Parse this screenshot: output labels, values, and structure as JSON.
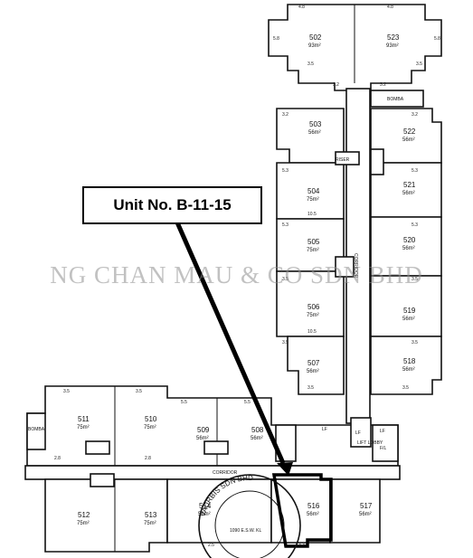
{
  "callout": {
    "label": "Unit No. B-11-15"
  },
  "watermark": {
    "text": "NG CHAN MAU & CO SDN BHD"
  },
  "stamp": {
    "ring_text": "VAURBIS SDN BHD",
    "inner_text": "1090 E.S.W. KL"
  },
  "units": [
    {
      "id": "502",
      "area": "93m²"
    },
    {
      "id": "523",
      "area": "93m²"
    },
    {
      "id": "503",
      "area": "56m²"
    },
    {
      "id": "522",
      "area": "56m²"
    },
    {
      "id": "504",
      "area": "75m²"
    },
    {
      "id": "521",
      "area": "56m²"
    },
    {
      "id": "505",
      "area": "75m²"
    },
    {
      "id": "520",
      "area": "56m²"
    },
    {
      "id": "506",
      "area": "75m²"
    },
    {
      "id": "519",
      "area": "56m²"
    },
    {
      "id": "507",
      "area": "56m²"
    },
    {
      "id": "518",
      "area": "56m²"
    },
    {
      "id": "511",
      "area": "75m²"
    },
    {
      "id": "510",
      "area": "75m²"
    },
    {
      "id": "509",
      "area": "56m²"
    },
    {
      "id": "508",
      "area": "56m²"
    },
    {
      "id": "512",
      "area": "75m²"
    },
    {
      "id": "513",
      "area": "75m²"
    },
    {
      "id": "514",
      "area": "56m²"
    },
    {
      "id": "516",
      "area": "56m²"
    },
    {
      "id": "517",
      "area": "56m²"
    }
  ],
  "service_labels": {
    "lift_a": "LF",
    "lift_b": "LF",
    "lift_c": "LF",
    "lift_lobby": "LIFT LOBBY",
    "fire_lift": "F/L",
    "bomba_left": "BOMBA",
    "bomba_top": "BOMBA",
    "riser": "RISER",
    "corridor_h": "CORRIDOR",
    "corridor_v": "CORRIDOR"
  },
  "dimensions": [
    "4.8",
    "4.8",
    "5.8",
    "5.8",
    "3.5",
    "3.5",
    "3.2",
    "3.2",
    "3.2",
    "3.2",
    "5.3",
    "5.3",
    "5.3",
    "5.3",
    "10.5",
    "10.5",
    "3.5",
    "3.5",
    "3.5",
    "3.5",
    "3.5",
    "3.5",
    "3.5",
    "3.5",
    "5.5",
    "5.5",
    "2.8",
    "2.8",
    "2.5",
    "3.3"
  ]
}
